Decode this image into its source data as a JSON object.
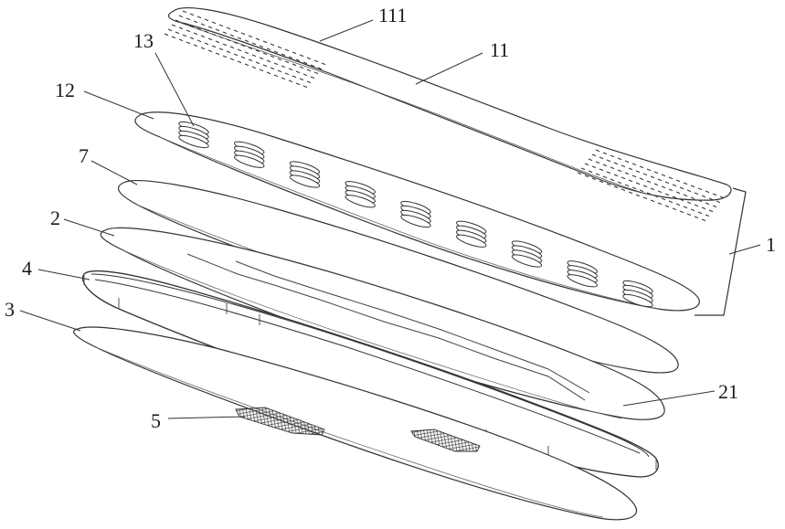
{
  "figure": {
    "labels": {
      "l111": "111",
      "l11": "11",
      "l13": "13",
      "l12": "12",
      "l7": "7",
      "l2": "2",
      "l4": "4",
      "l3": "3",
      "l1": "1",
      "l21": "21",
      "l5": "5"
    },
    "colors": {
      "line": "#333333",
      "fill": "#ffffff",
      "mesh": "#555555"
    },
    "perforation_rows": 6,
    "spring_count": 9
  }
}
